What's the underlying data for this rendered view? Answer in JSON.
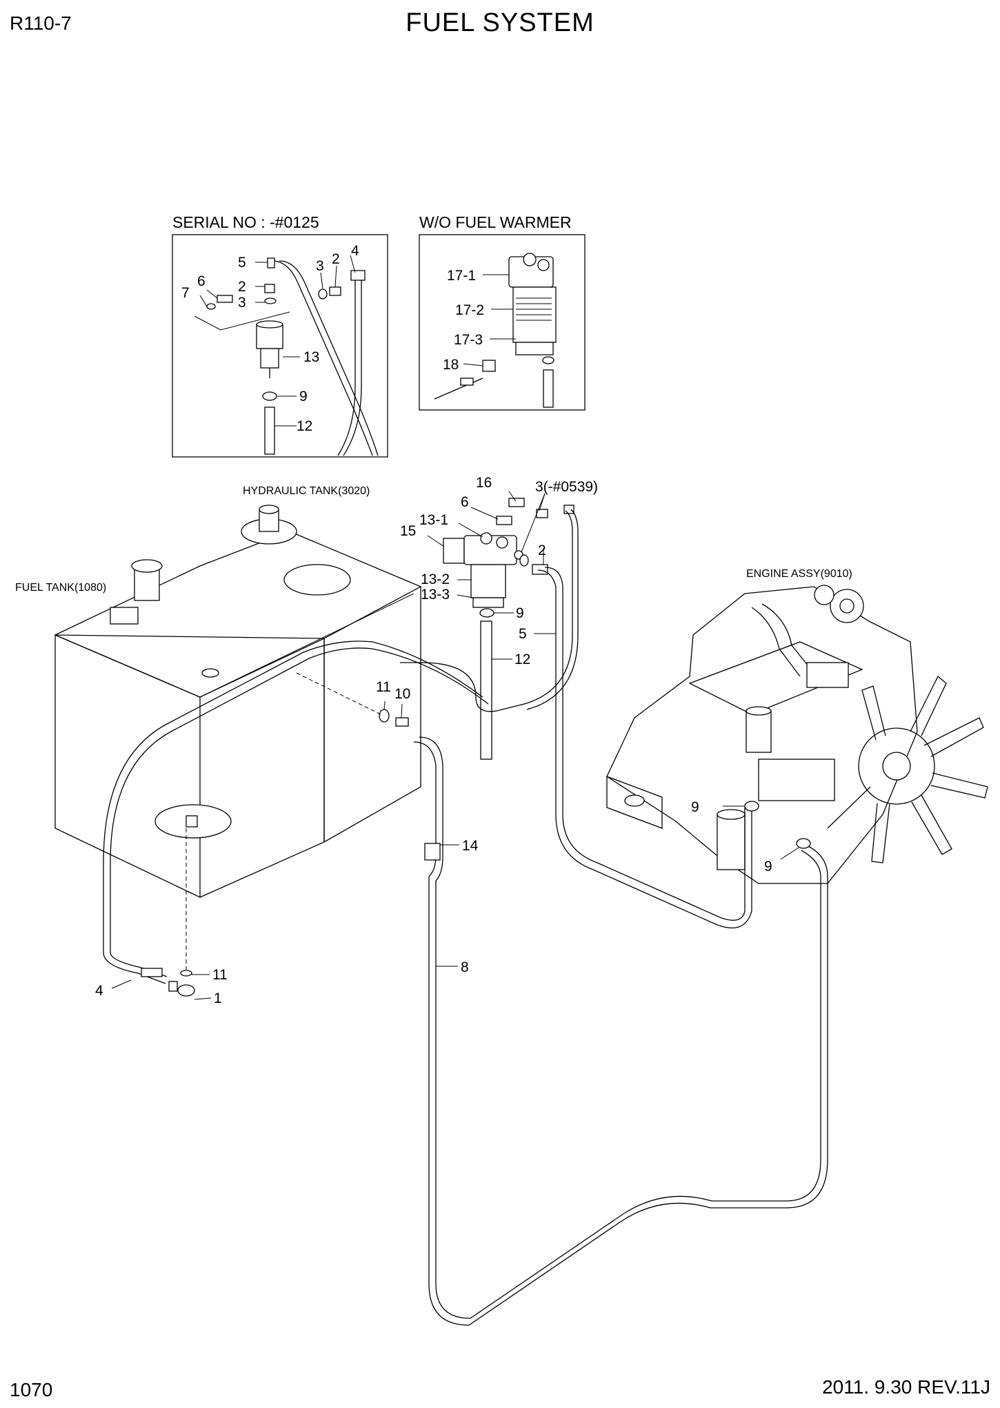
{
  "header": {
    "model": "R110-7",
    "title": "FUEL SYSTEM"
  },
  "footer": {
    "page_number": "1070",
    "revision": "2011. 9.30  REV.11J"
  },
  "insets": {
    "serial": {
      "caption": "SERIAL NO : -#0125",
      "labels": [
        "5",
        "2",
        "3",
        "4",
        "3",
        "2",
        "6",
        "7",
        "13",
        "9",
        "12"
      ]
    },
    "warmer": {
      "caption": "W/O FUEL WARMER",
      "labels": [
        "17-1",
        "17-2",
        "17-3",
        "18"
      ]
    }
  },
  "assemblies": {
    "hydraulic_tank": "HYDRAULIC TANK(3020)",
    "fuel_tank": "FUEL TANK(1080)",
    "engine": "ENGINE ASSY(9010)"
  },
  "callouts": {
    "p16": "16",
    "p6": "6",
    "p3": "3(-#0539)",
    "p13_1": "13-1",
    "p15": "15",
    "p2": "2",
    "p13_2": "13-2",
    "p13_3": "13-3",
    "p9a": "9",
    "p5": "5",
    "p12": "12",
    "p11a": "11",
    "p10": "10",
    "p14": "14",
    "p8": "8",
    "p4": "4",
    "p11b": "11",
    "p1": "1",
    "p9b": "9",
    "p9c": "9"
  }
}
